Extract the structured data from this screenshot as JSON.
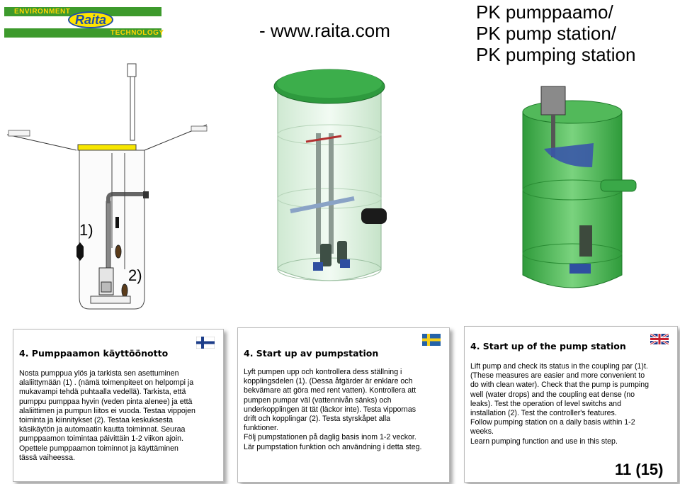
{
  "logo": {
    "band_top": "ENVIRONMENT",
    "brand": "Raita",
    "band_bottom": "TECHNOLOGY"
  },
  "url": "- www.raita.com",
  "title": {
    "line1": "PK pumppaamo/",
    "line2": "PK pump station/",
    "line3": "PK pumping station"
  },
  "callouts": {
    "c1": "1)",
    "c2": "2)"
  },
  "colors": {
    "lid_green": "#2e9a3e",
    "tank_green": "#43b34a",
    "pump_blue": "#2f4fa0",
    "logo_green": "#3d9a2c",
    "logo_yellow": "#ffd400"
  },
  "panels": {
    "fi": {
      "flag": "finland-flag-icon",
      "heading": "4. Pumppaamon käyttöönotto",
      "lines": [
        "Nosta pumppua ylös ja tarkista sen asettuminen",
        "alaliittymään (1) . (nämä toimenpiteet on helpompi ja",
        "mukavampi tehdä puhtaalla vedellä). Tarkista, että",
        "pumppu pumppaa hyvin (veden pinta alenee) ja että",
        "alaliittimen ja pumpun liitos ei vuoda. Testaa vippojen",
        "toiminta ja kiinnitykset (2). Testaa keskuksesta",
        "käsikäytön ja automaatin kautta toiminnat. Seuraa",
        "pumppaamon toimintaa päivittäin 1-2 viikon ajoin.",
        "Opettele pumppaamon toiminnot ja käyttäminen",
        "tässä vaiheessa."
      ]
    },
    "se": {
      "flag": "sweden-flag-icon",
      "heading": "4. Start up av pumpstation",
      "lines": [
        "Lyft pumpen upp och kontrollera dess ställning i",
        "kopplingsdelen (1). (Dessa åtgärder är enklare och",
        "bekvämare att göra med rent vatten). Kontrollera att",
        "pumpen pumpar väl (vattennivån sänks) och",
        "underkopplingen ät tät (läckor inte). Testa vippornas",
        "drift och kopplingar (2). Testa styrskåpet alla",
        "funktioner.",
        "Följ pumpstationen på daglig basis inom 1-2 veckor.",
        "Lär pumpstation funktion och användning i detta steg."
      ]
    },
    "en": {
      "flag": "uk-flag-icon",
      "heading": "4.  Start up of the pump station",
      "lines": [
        "Lift pump and check its status in the coupling par (1)t.",
        "(These measures are easier and more convenient to",
        "do with clean water). Check that the pump is pumping",
        "well (water drops) and the coupling eat dense (no",
        "leaks). Test the operation of level switchs and",
        "installation (2). Test the controller's features.",
        "Follow pumping station on a daily basis within 1-2",
        "weeks.",
        "Learn pumping function and use in this step."
      ]
    }
  },
  "page_number": "11 (15)"
}
